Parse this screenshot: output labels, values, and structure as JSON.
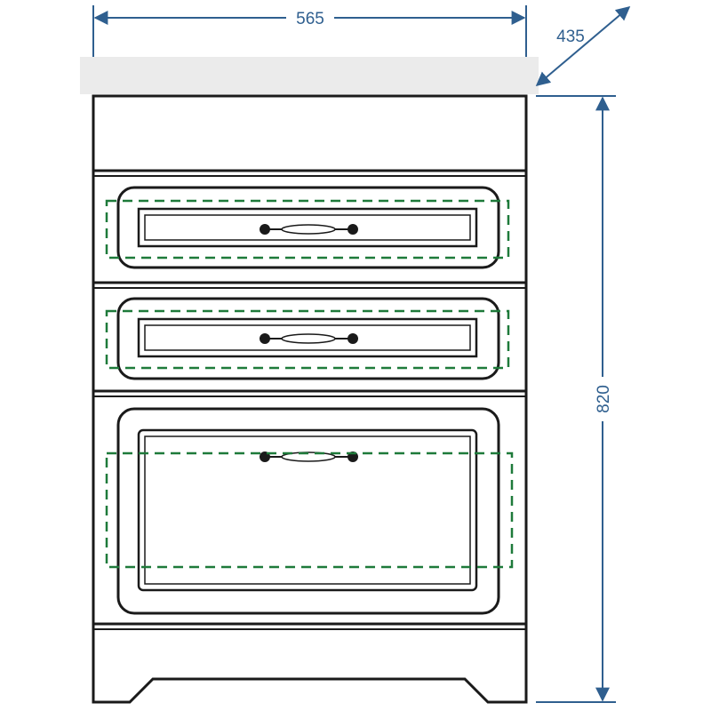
{
  "dimensions": {
    "width": "565",
    "depth": "435",
    "height": "820"
  },
  "colors": {
    "outline": "#1a1a1a",
    "dimension": "#2f5f8f",
    "dashed_guide": "#1e7a3a",
    "countertop": "#ebebeb",
    "handle_fill": "#ffffff",
    "background": "#ffffff"
  },
  "parts": {
    "drawers": [
      "top-drawer",
      "middle-drawer",
      "bottom-drawer"
    ]
  }
}
